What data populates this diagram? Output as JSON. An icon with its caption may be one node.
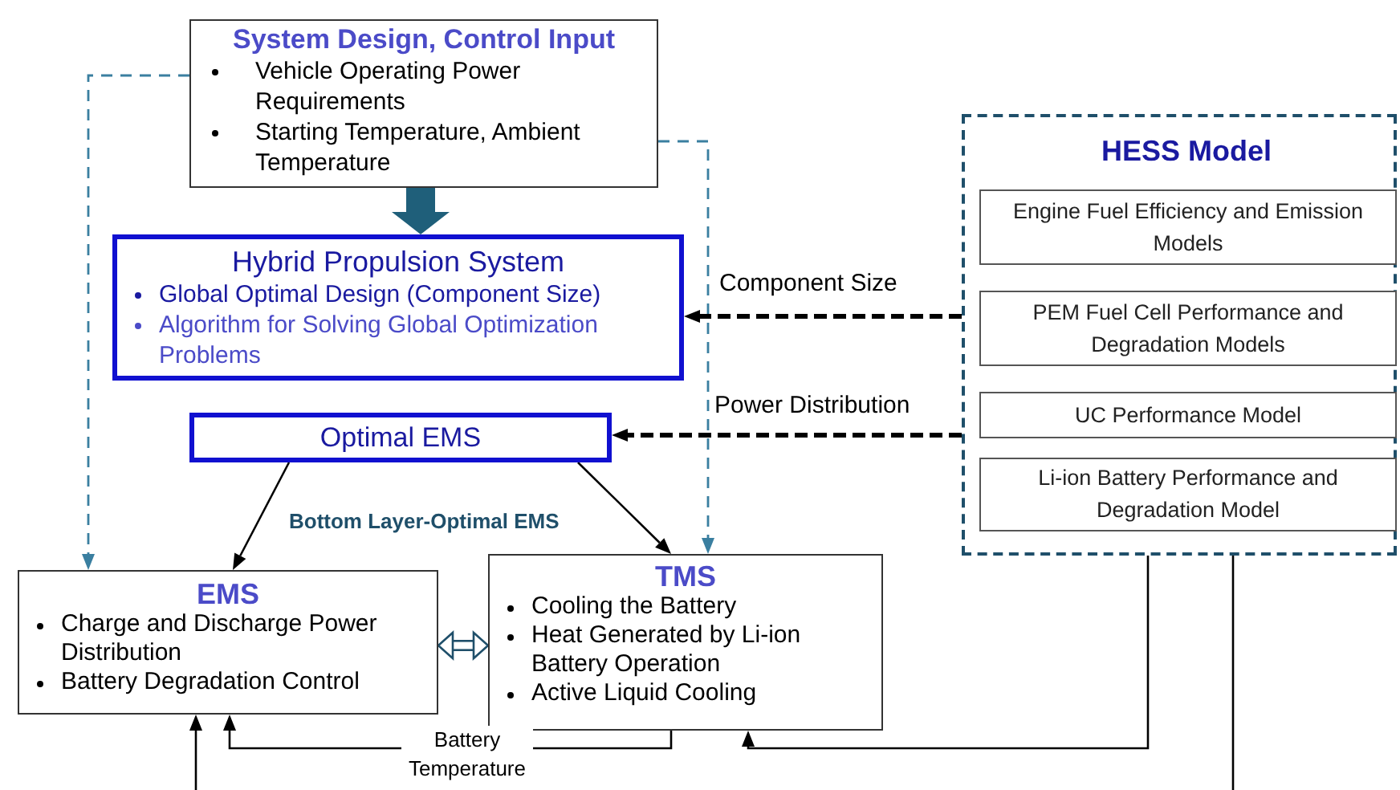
{
  "diagram": {
    "nodes": [
      {
        "text": [
          "System Design, Control Input",
          "Vehicle Operating Power Requirements",
          "Starting Temperature, Ambient Temperature"
        ]
      },
      {
        "text": [
          "Hybrid Propulsion System",
          "Global Optimal Design (Component Size)",
          "Algorithm for Solving Global Optimization Problems"
        ]
      },
      {
        "text": [
          "Optimal EMS"
        ]
      },
      {
        "text": [
          "EMS",
          "Charge and Discharge Power Distribution",
          "Battery Degradation Control"
        ]
      },
      {
        "text": [
          "TMS",
          "Cooling the Battery",
          "Heat Generated by Li-ion Battery Operation",
          "Active Liquid Cooling"
        ]
      },
      {
        "text": [
          "HESS Model"
        ]
      },
      {
        "text": [
          "Engine Fuel Efficiency and Emission Models"
        ],
        "in": 5
      },
      {
        "text": [
          "PEM Fuel Cell Performance and Degradation Models"
        ],
        "in": 5
      },
      {
        "text": [
          "UC Performance Model"
        ],
        "in": 5
      },
      {
        "text": [
          "Li-ion Battery Performance and Degradation Model"
        ],
        "in": 5
      }
    ],
    "edges": [
      {
        "from": 0,
        "to": 1,
        "arrow": "to",
        "style": "thick",
        "color": "#1f5f7a"
      },
      {
        "from": 0,
        "to": 3,
        "arrow": "to",
        "style": "dashed",
        "color": "#3a7fa0"
      },
      {
        "from": 0,
        "to": 4,
        "arrow": "to",
        "style": "dashed",
        "color": "#3a7fa0"
      },
      {
        "from": 5,
        "to": 1,
        "arrow": "to",
        "style": "dashed",
        "label": "Component Size"
      },
      {
        "from": 5,
        "to": 2,
        "arrow": "to",
        "style": "dashed",
        "label": "Power Distribution"
      },
      {
        "from": 2,
        "to": 3,
        "arrow": "to"
      },
      {
        "from": 2,
        "to": 4,
        "arrow": "to"
      },
      {
        "from": 3,
        "to": 4,
        "arrow": "both",
        "style": "thick",
        "color": "#1f4f6a"
      },
      {
        "from": 4,
        "to": 3,
        "arrow": "to",
        "label": "Battery Temperature"
      },
      {
        "from": 5,
        "to": 4,
        "arrow": "to"
      },
      {
        "from": 5,
        "to": null,
        "arrow": "none"
      },
      {
        "from": null,
        "to": 3,
        "arrow": "to"
      }
    ],
    "labels": [
      "Bottom Layer-Optimal EMS"
    ]
  }
}
